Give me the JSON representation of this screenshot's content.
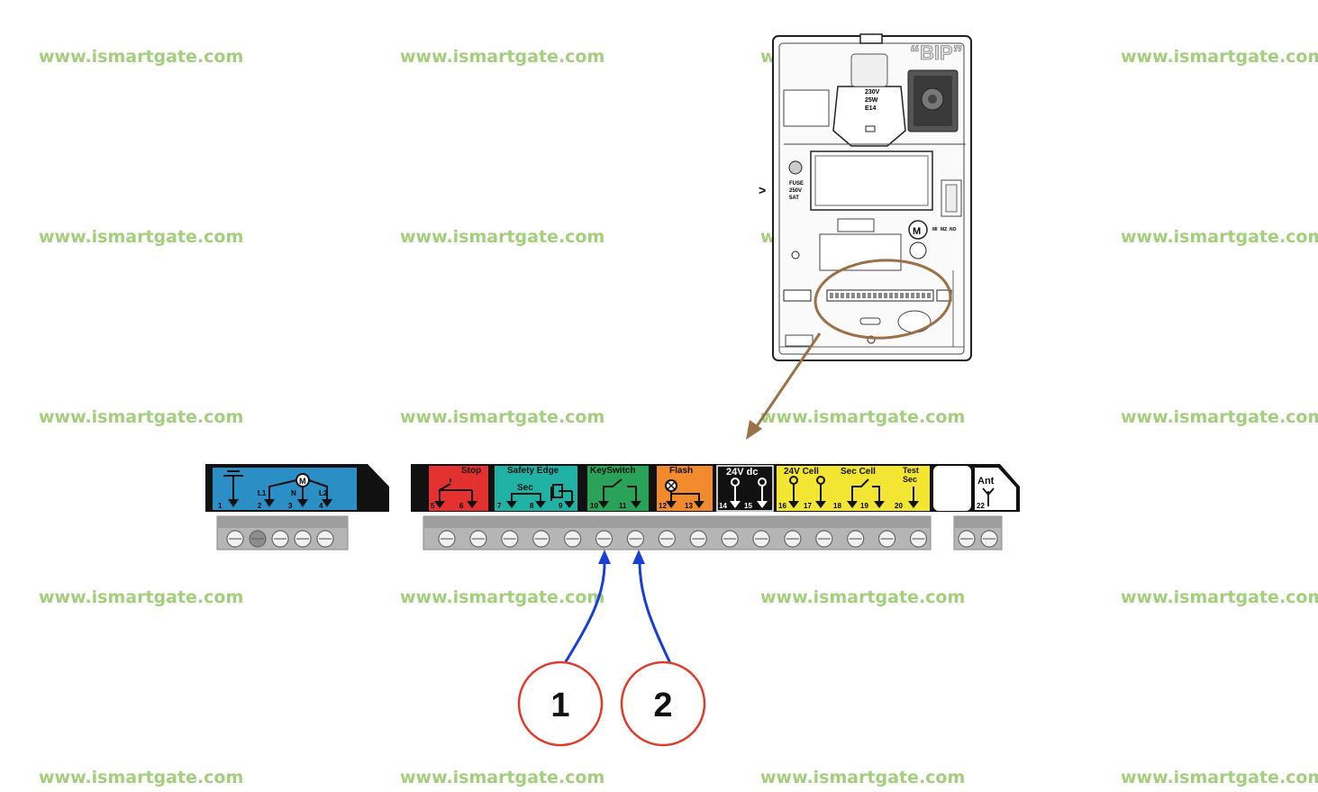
{
  "watermark": "www.ismartgate.com",
  "controller": {
    "brand_mark": "“BIP”",
    "lamp_label": [
      "230V",
      "25W",
      "E14"
    ],
    "fuse_label": [
      "FUSE",
      "250V",
      "5AT"
    ],
    "motor_symbol": "M",
    "switch_labels": [
      "MI",
      "MZ",
      "NO"
    ]
  },
  "terminals": {
    "motor": {
      "numbers": [
        "1",
        "2",
        "3",
        "4"
      ],
      "labels": [
        "L1",
        "N",
        "L2"
      ],
      "motor_symbol": "M"
    },
    "groups": [
      {
        "key": "stop",
        "label": "Stop",
        "color": "#e2312f",
        "numbers": [
          "5",
          "6"
        ]
      },
      {
        "key": "safety-edge",
        "label": "Safety Edge",
        "sub_label": "Sec",
        "color": "#21b2a6",
        "numbers": [
          "7",
          "8",
          "9"
        ]
      },
      {
        "key": "key-switch",
        "label": "KeySwitch",
        "color": "#2aa35a",
        "numbers": [
          "10",
          "11"
        ]
      },
      {
        "key": "flash",
        "label": "Flash",
        "color": "#f28a2e",
        "numbers": [
          "12",
          "13"
        ]
      },
      {
        "key": "24v-dc",
        "label": "24V dc",
        "color": "#111111",
        "numbers": [
          "14",
          "15"
        ]
      },
      {
        "key": "24v-cell",
        "label": "24V Cell",
        "color": "#f3e632",
        "numbers": [
          "16",
          "17"
        ]
      },
      {
        "key": "sec-cell",
        "label": "Sec Cell",
        "color": "#f3e632",
        "numbers": [
          "18",
          "19"
        ]
      },
      {
        "key": "test-sec",
        "label": "Test Sec",
        "color": "#f3e632",
        "numbers": [
          "20"
        ]
      },
      {
        "key": "ant",
        "label": "Ant",
        "color": "#ffffff",
        "numbers": [
          "22"
        ]
      }
    ],
    "screw_counts": {
      "motor_block": 5,
      "main_block": 16,
      "antenna_block": 2
    }
  },
  "callouts": [
    {
      "label": "1",
      "target_terminal": "10"
    },
    {
      "label": "2",
      "target_terminal": "11"
    }
  ],
  "colors": {
    "watermark": "#a3cf7c",
    "zoom_ellipse": "#9b7047",
    "arrow": "#1a3ed6",
    "callout_circle": "#e03a2a"
  }
}
